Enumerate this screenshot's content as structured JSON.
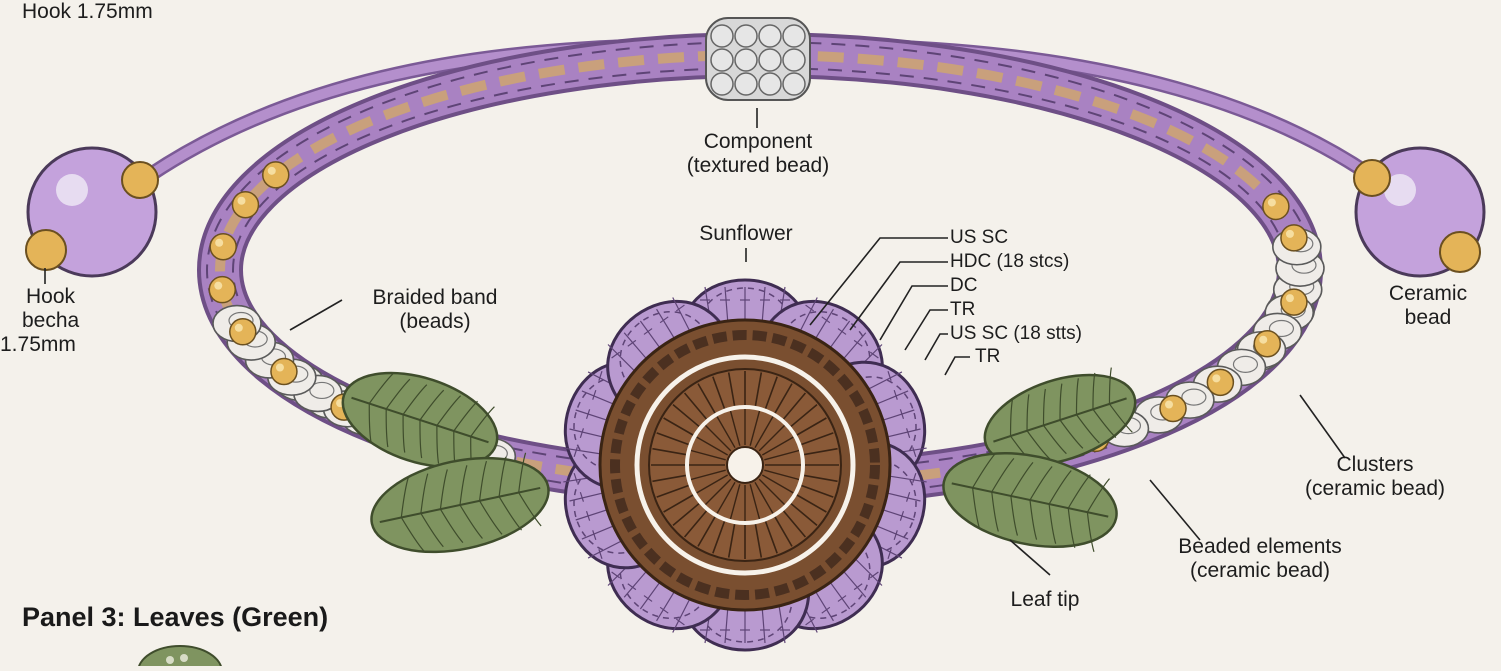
{
  "colors": {
    "background": "#f4f1eb",
    "petal": "#b99ad0",
    "petal_line": "#5e4476",
    "cord": "#a982c2",
    "braid_tan": "#c9a07c",
    "leaf": "#7f9460",
    "leaf_line": "#3f4d2c",
    "bead_gold": "#e4b458",
    "bead_lilac": "#c4a2dc",
    "center_brown": "#7a4f30",
    "cluster_white": "#efece8"
  },
  "labels": {
    "hook_top": "Hook 1.75mm",
    "component": [
      "Component",
      "(textured bead)"
    ],
    "sunflower": "Sunflower",
    "hook_left": [
      "Hook",
      "becha",
      "1.75mm"
    ],
    "braided_band": [
      "Braided band",
      "(beads)"
    ],
    "ceramic_bead": [
      "Ceramic",
      "bead"
    ],
    "clusters": [
      "Clusters",
      "(ceramic bead)"
    ],
    "beaded_elements": [
      "Beaded elements",
      "(ceramic bead)"
    ],
    "leaf_tip": "Leaf tip"
  },
  "stitch_labels": [
    "US SC",
    "HDC (18 stcs)",
    "DC",
    "TR",
    "US SC (18 stts)",
    "TR"
  ],
  "panel_title": "Panel 3: Leaves (Green)",
  "icons": {
    "textured_bead": "textured-bead-icon",
    "end_bead_left": "lilac-bead-icon",
    "end_bead_right": "lilac-bead-icon",
    "flower": "sunflower-motif-icon",
    "leaves": "leaf-icon",
    "partial_leaf": "leaf-thumbnail-icon"
  }
}
